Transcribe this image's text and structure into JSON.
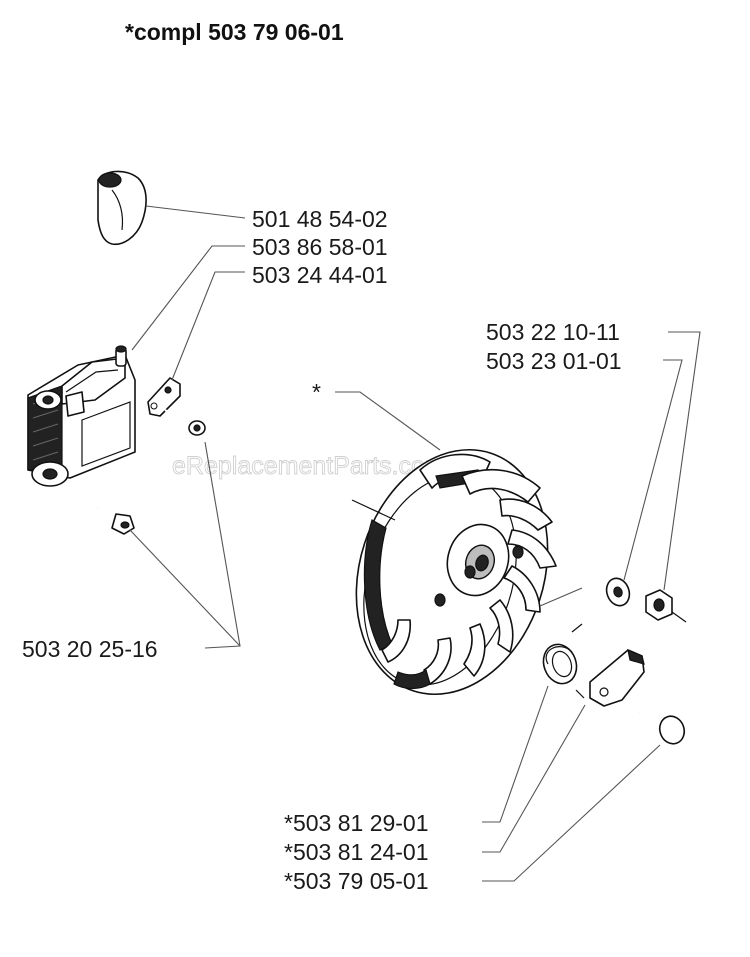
{
  "title": "*compl 503 79 06-01",
  "watermark": "eReplacementParts.com",
  "flywheel_marker": "*",
  "labels": {
    "cap": "501 48 54-02",
    "coil": "503 86 58-01",
    "bracket": "503 24 44-01",
    "screws": "503 20 25-16",
    "washer": "503 22 10-11",
    "nut": "503 23 01-01",
    "spring": "*503 81 29-01",
    "pawl": "*503 81 24-01",
    "pin": "*503 79 05-01"
  },
  "icons": {
    "ignition_coil": "ignition-coil-icon",
    "flywheel": "flywheel-icon"
  }
}
